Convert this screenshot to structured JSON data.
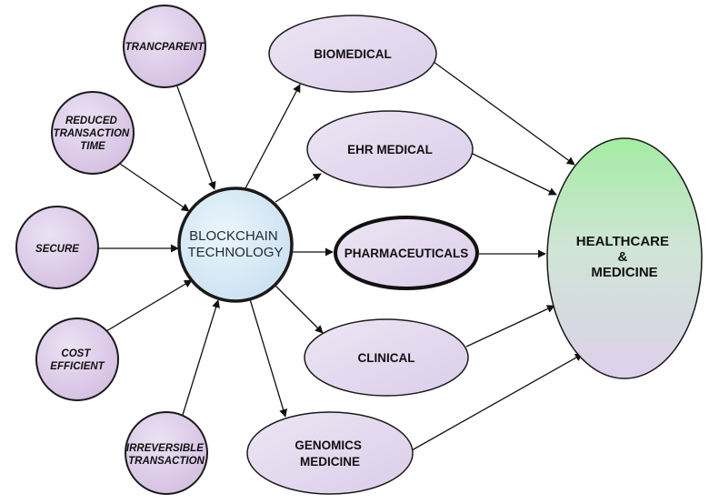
{
  "features": [
    {
      "id": "transparent",
      "lines": [
        "TRANCPARENT"
      ]
    },
    {
      "id": "reduced-time",
      "lines": [
        "REDUCED",
        "TRANSACTION",
        "TIME"
      ]
    },
    {
      "id": "secure",
      "lines": [
        "SECURE"
      ]
    },
    {
      "id": "cost-efficient",
      "lines": [
        "COST",
        "EFFICIENT"
      ]
    },
    {
      "id": "irreversible",
      "lines": [
        "IRREVERSIBLE",
        "TRANSACTION"
      ]
    }
  ],
  "core": {
    "lines": [
      "BLOCKCHAIN",
      "TECHNOLOGY"
    ]
  },
  "applications": [
    {
      "id": "biomedical",
      "lines": [
        "BIOMEDICAL"
      ]
    },
    {
      "id": "ehr-medical",
      "lines": [
        "EHR MEDICAL"
      ]
    },
    {
      "id": "pharmaceuticals",
      "lines": [
        "PHARMACEUTICALS"
      ]
    },
    {
      "id": "clinical",
      "lines": [
        "CLINICAL"
      ]
    },
    {
      "id": "genomics",
      "lines": [
        "GENOMICS",
        "MEDICINE"
      ]
    }
  ],
  "goal": {
    "lines": [
      "HEALTHCARE",
      "&",
      "MEDICINE"
    ]
  },
  "colors": {
    "feature_fill": "#e3d2ec",
    "app_fill": "#e6dcee",
    "core_fill": "#d8ecf7",
    "goal_top": "#a3eca3",
    "goal_bottom": "#ddd0ea",
    "stroke": "#1a1a1a",
    "edge": "#111111"
  }
}
